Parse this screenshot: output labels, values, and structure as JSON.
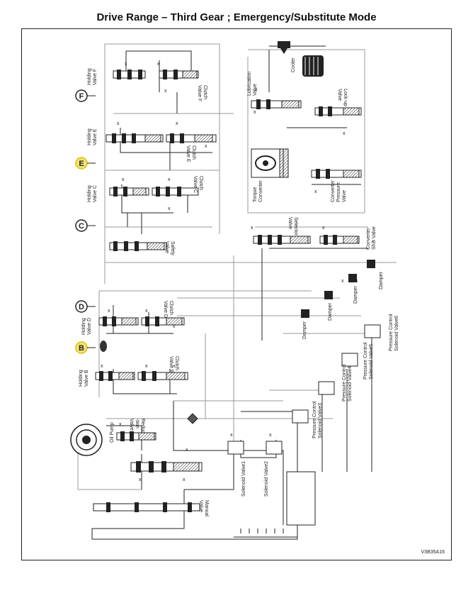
{
  "title": "Drive Range – Third Gear ; Emergency/Substitute Mode",
  "figure_code": "V3B35A16",
  "ports": {
    "f": "F",
    "e": "E",
    "c": "C",
    "d": "D",
    "b": "B"
  },
  "labels": {
    "holding_valve_f": [
      "Holding",
      "Valve F"
    ],
    "clutch_valve_f": [
      "Clutch",
      "Valve F"
    ],
    "holding_valve_e": [
      "Holding",
      "Valve E"
    ],
    "clutch_valve_e": [
      "Clutch",
      "Valve E"
    ],
    "holding_valve_c": [
      "Holding",
      "Valve C"
    ],
    "clutch_valve_c": [
      "Clutch",
      "Valve C"
    ],
    "safety_valve": [
      "Safety",
      "Valve"
    ],
    "holding_valve_d": [
      "Holding",
      "Valve D"
    ],
    "clutch_valve_d": [
      "Clutch",
      "Valve D"
    ],
    "holding_valve_b": [
      "Holding",
      "Valve B"
    ],
    "clutch_valve_b": [
      "Clutch",
      "Valve B"
    ],
    "oil_pump": [
      "Oil Pump"
    ],
    "reduction_valve": [
      "Reduc",
      "-tion",
      "Valve"
    ],
    "manual_valve": [
      "Manual",
      "Valve"
    ],
    "lubrication_valve": [
      "Lubrication",
      "Valve"
    ],
    "cooler": [
      "Cooler"
    ],
    "lockup_valve": [
      "Lock-up",
      "Valve"
    ],
    "torque_converter": [
      "Torque",
      "Converter"
    ],
    "converter_pressure_valve": [
      "Converter",
      "Pressure",
      "Valve"
    ],
    "selector_valve": [
      "Selector",
      "Valve"
    ],
    "converter_shift_valve": [
      "Converter",
      "Shift Valve"
    ],
    "damper_1": [
      "Damper"
    ],
    "damper_2": [
      "Damper"
    ],
    "damper_3": [
      "Damper"
    ],
    "damper_4": [
      "Damper"
    ],
    "pc_solenoid_6": [
      "Pressure Control",
      "Solenoid Valve6"
    ],
    "pc_solenoid_5": [
      "Pressure Control",
      "Solenoid Valve5"
    ],
    "pc_solenoid_4": [
      "Pressure Control",
      "Solenoid Valve4"
    ],
    "pc_solenoid_3": [
      "Pressure Control",
      "Solenoid Valve3"
    ],
    "solenoid_valve_1": [
      "Solenoid Valve1"
    ],
    "solenoid_valve_2": [
      "Solenoid Valve2"
    ]
  },
  "colors": {
    "line": "#222222",
    "gray_line": "#9a9a9a",
    "port_highlight": "#f4e27a"
  }
}
